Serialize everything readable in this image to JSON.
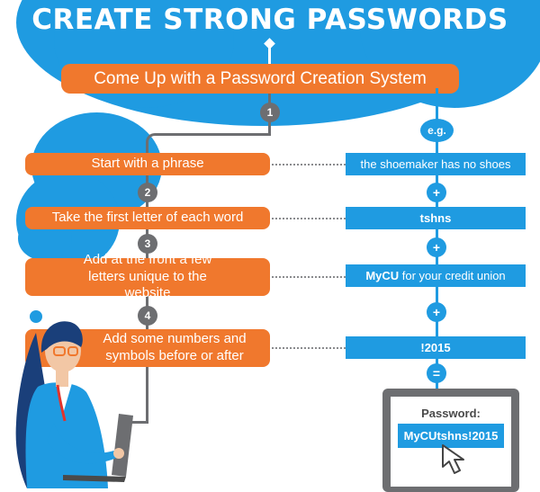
{
  "title": "CREATE STRONG PASSWORDS",
  "main_step": "Come Up with a Password Creation System",
  "eg_label": "e.g.",
  "steps": [
    {
      "number": "1",
      "text": "Start with a phrase",
      "example": "the shoemaker has no shoes"
    },
    {
      "number": "2",
      "text": "Take the first letter of each word",
      "example": "tshns"
    },
    {
      "number": "3",
      "text": "Add at the front a few letters unique to the website",
      "example_bold": "MyCU",
      "example_rest": " for your credit union"
    },
    {
      "number": "4",
      "text": "Add some numbers and symbols before or after",
      "example": "!2015"
    }
  ],
  "plus_sign": "+",
  "equals_sign": "=",
  "password_label": "Password:",
  "password_value": "MyCUtshns!2015",
  "colors": {
    "blue": "#1f9be1",
    "orange": "#f0782d",
    "gray": "#6d6e71"
  },
  "icons": [
    "cursor-arrow-icon",
    "woman-with-laptop-illustration"
  ]
}
